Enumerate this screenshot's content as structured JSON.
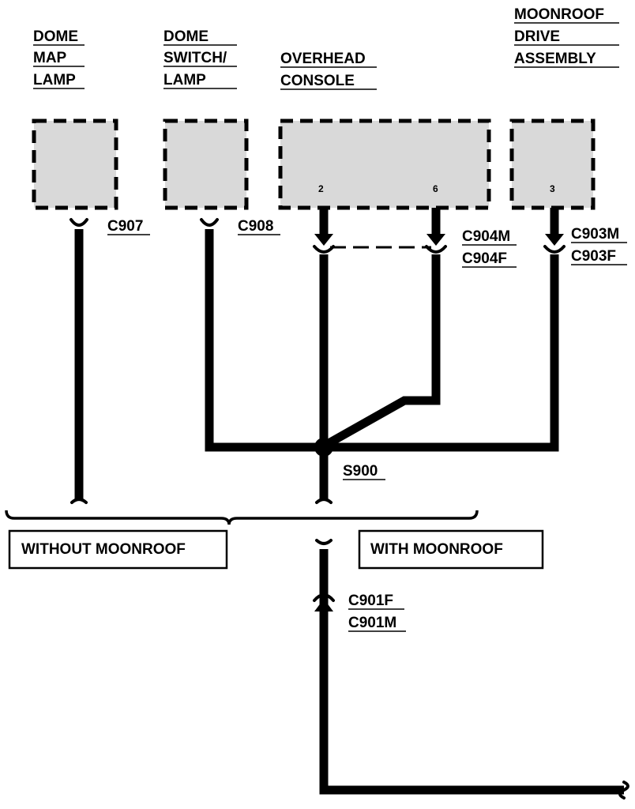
{
  "components": {
    "dome_map_lamp": [
      "DOME",
      "MAP",
      "LAMP"
    ],
    "dome_switch_lamp": [
      "DOME",
      "SWITCH/",
      "LAMP"
    ],
    "overhead_console": [
      "OVERHEAD",
      "CONSOLE"
    ],
    "moonroof_drive_assembly": [
      "MOONROOF",
      "DRIVE",
      "ASSEMBLY"
    ]
  },
  "pins": {
    "console_left": "2",
    "console_right": "6",
    "moonroof": "3"
  },
  "connectors": {
    "c907": "C907",
    "c908": "C908",
    "c904m": "C904M",
    "c904f": "C904F",
    "c903m": "C903M",
    "c903f": "C903F",
    "c901f": "C901F",
    "c901m": "C901M"
  },
  "splice": "S900",
  "options": {
    "without": "WITHOUT MOONROOF",
    "with": "WITH MOONROOF"
  }
}
